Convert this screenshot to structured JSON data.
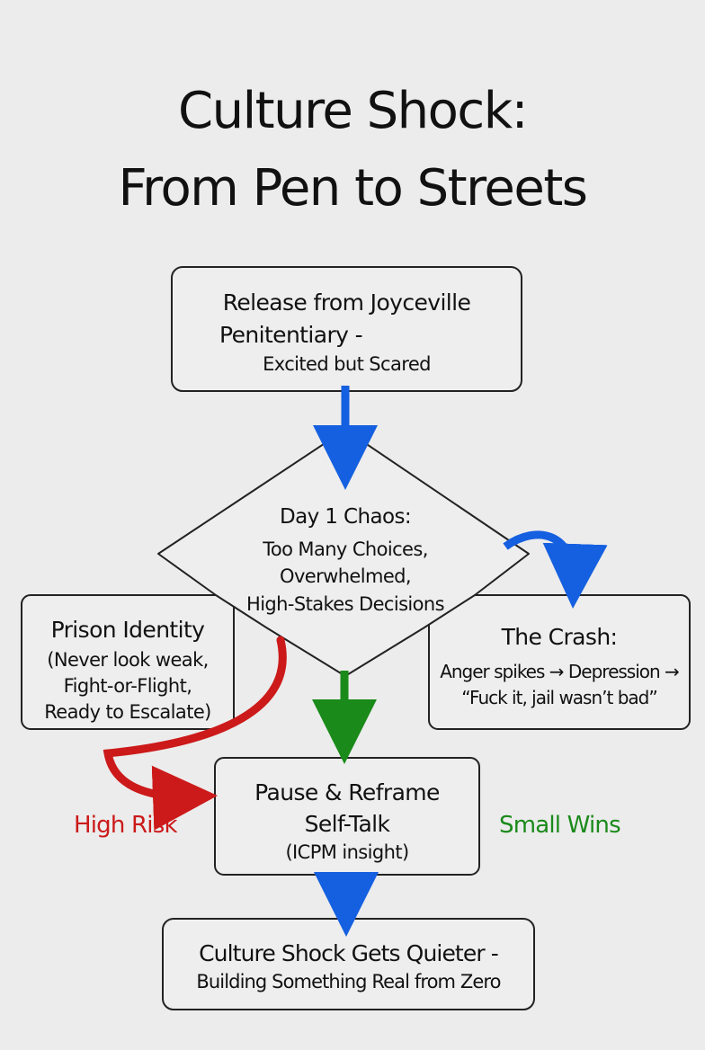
{
  "title": {
    "line1": "Culture Shock:",
    "line2": "From Pen to Streets"
  },
  "nodes": {
    "release": {
      "line1": "Release from Joyceville",
      "line2": "Penitentiary -",
      "line3": "Excited but Scared"
    },
    "day1": {
      "heading": "Day 1 Chaos:",
      "line1": "Too Many Choices,",
      "line2": "Overwhelmed,",
      "line3": "High-Stakes Decisions"
    },
    "identity": {
      "heading": "Prison Identity",
      "line1": "(Never look weak,",
      "line2": "Fight-or-Flight,",
      "line3": "Ready to Escalate)"
    },
    "crash": {
      "heading": "The Crash:",
      "line1": "Anger spikes → Depression →",
      "line2": "“Fuck it, jail wasn’t bad”"
    },
    "pause": {
      "line1": "Pause & Reframe",
      "line2": "Self-Talk",
      "line3": "(ICPM insight)"
    },
    "quieter": {
      "line1": "Culture Shock Gets Quieter -",
      "line2": "Building Something Real from Zero"
    }
  },
  "labels": {
    "high_risk": "High Risk",
    "small_wins": "Small Wins"
  },
  "colors": {
    "background": "#ececec",
    "box_stroke": "#222222",
    "arrow_blue": "#1560e0",
    "arrow_green": "#1a8a1a",
    "arrow_red": "#cc1a1a",
    "label_red": "#cc1a1a",
    "label_green": "#1a8a1a"
  }
}
